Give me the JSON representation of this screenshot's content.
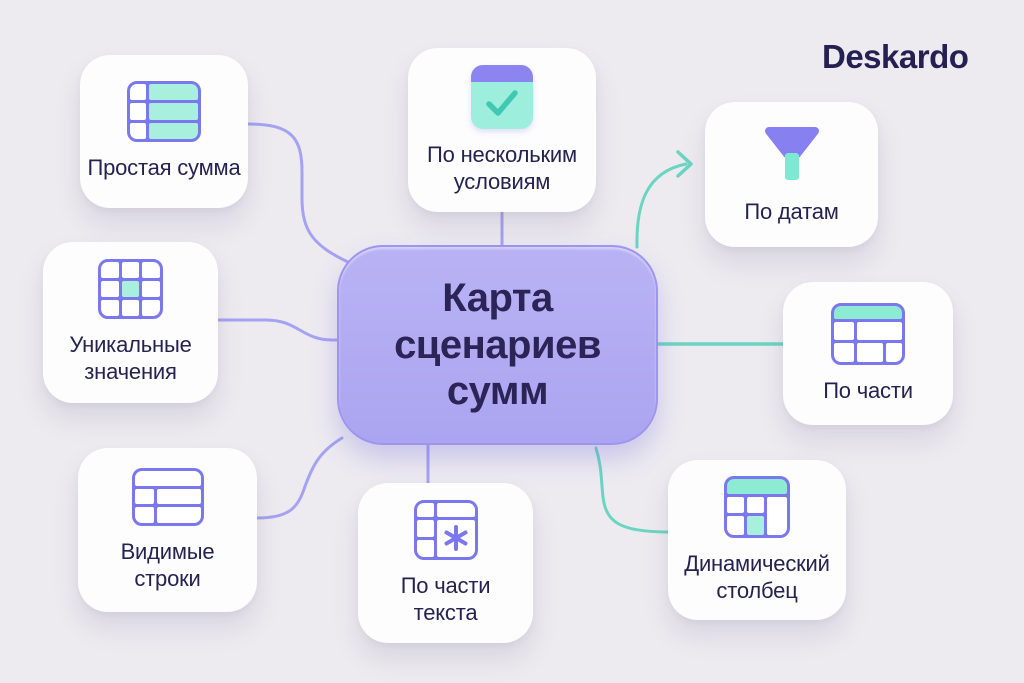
{
  "brand": {
    "name": "Deskardo"
  },
  "center": {
    "title": "Карта сценариев сумм"
  },
  "cards": [
    {
      "id": "simple-sum",
      "label": "Простая сумма",
      "icon": "table-filled-rows-icon"
    },
    {
      "id": "multi-conditions",
      "label": "По нескольким условиям",
      "icon": "panel-checkmark-icon"
    },
    {
      "id": "by-dates",
      "label": "По датам",
      "icon": "funnel-icon"
    },
    {
      "id": "unique-values",
      "label": "Уникальные значения",
      "icon": "grid-center-cell-icon"
    },
    {
      "id": "by-part",
      "label": "По части",
      "icon": "table-header-icon"
    },
    {
      "id": "visible-rows",
      "label": "Видимые строки",
      "icon": "table-rows-outline-icon"
    },
    {
      "id": "by-text-part",
      "label": "По части текста",
      "icon": "table-asterisk-icon"
    },
    {
      "id": "dynamic-column",
      "label": "Динамический столбец",
      "icon": "table-dynamic-column-icon"
    }
  ],
  "colors": {
    "background": "#edebf0",
    "card": "#fdfdfe",
    "bubble_fill": "#b2abf2",
    "bubble_border": "#9d95ee",
    "text_dark": "#262250",
    "icon_purple": "#7b78ed",
    "mint_light": "#a9efdd",
    "mint_header": "#8debd4",
    "check_teal": "#41c8b2",
    "funnel_purple": "#8680f0",
    "funnel_stem_mint": "#7fe8d2",
    "connector_purple": "#a5a3f1",
    "connector_teal": "#6ad5c2"
  }
}
